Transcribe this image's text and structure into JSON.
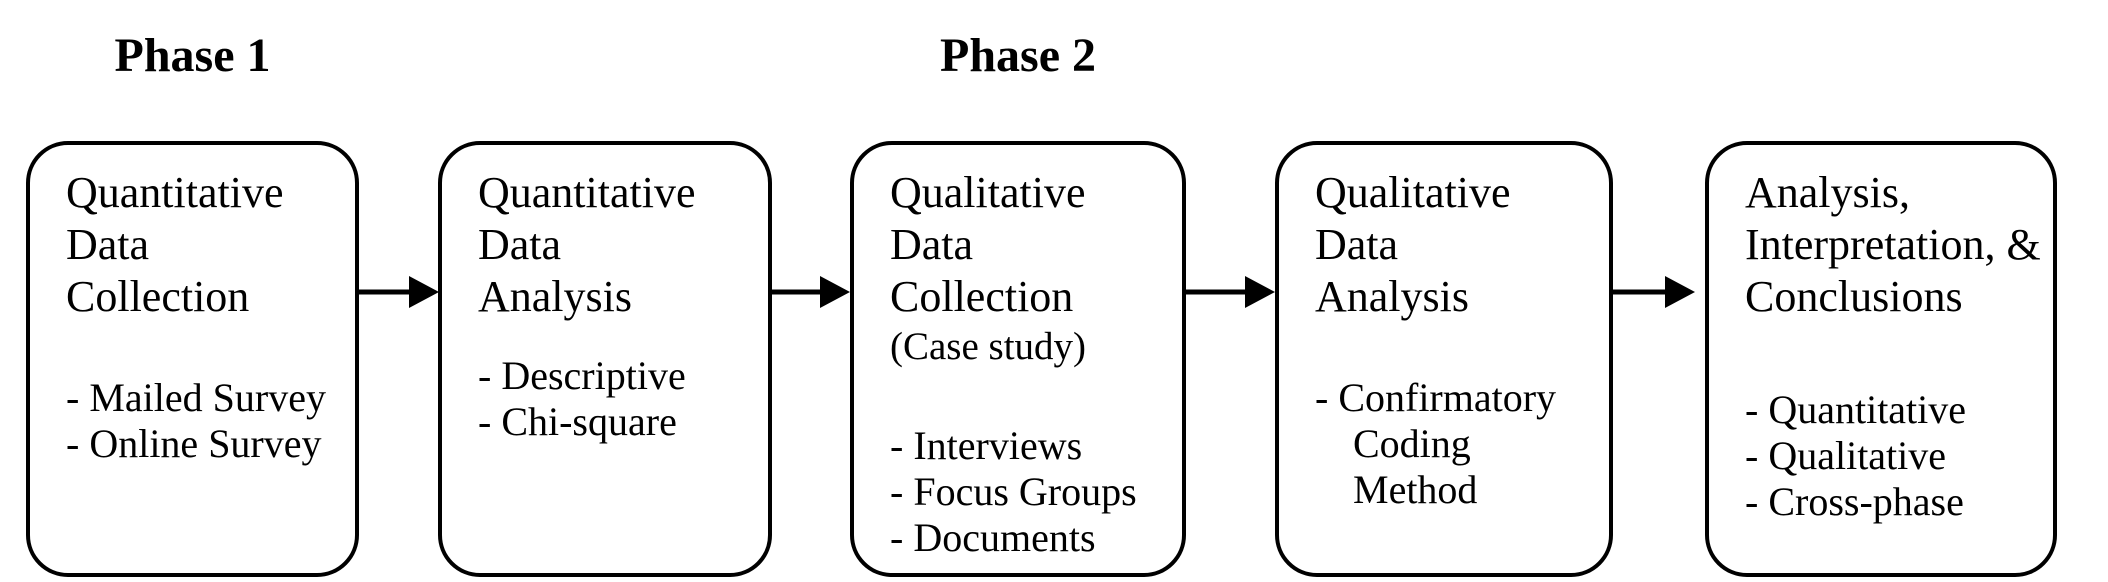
{
  "colors": {
    "background": "#ffffff",
    "text": "#000000",
    "box_border": "#000000",
    "arrow": "#000000"
  },
  "phases": [
    {
      "label": "Phase 1"
    },
    {
      "label": "Phase 2"
    }
  ],
  "boxes": [
    {
      "heading": [
        "Quantitative",
        "Data",
        "Collection"
      ],
      "items": [
        "- Mailed Survey",
        "- Online Survey"
      ]
    },
    {
      "heading": [
        "Quantitative",
        "Data",
        "Analysis"
      ],
      "items": [
        "- Descriptive",
        "- Chi-square"
      ]
    },
    {
      "heading": [
        "Qualitative",
        "Data",
        "Collection"
      ],
      "subheading": "(Case study)",
      "items": [
        "- Interviews",
        "- Focus Groups",
        "- Documents"
      ]
    },
    {
      "heading": [
        "Qualitative",
        "Data",
        "Analysis"
      ],
      "items": [
        "- Confirmatory",
        "Coding",
        "Method"
      ]
    },
    {
      "heading": [
        "Analysis,",
        "Interpretation, &",
        "Conclusions"
      ],
      "items": [
        "- Quantitative",
        "- Qualitative",
        "- Cross-phase"
      ]
    }
  ]
}
